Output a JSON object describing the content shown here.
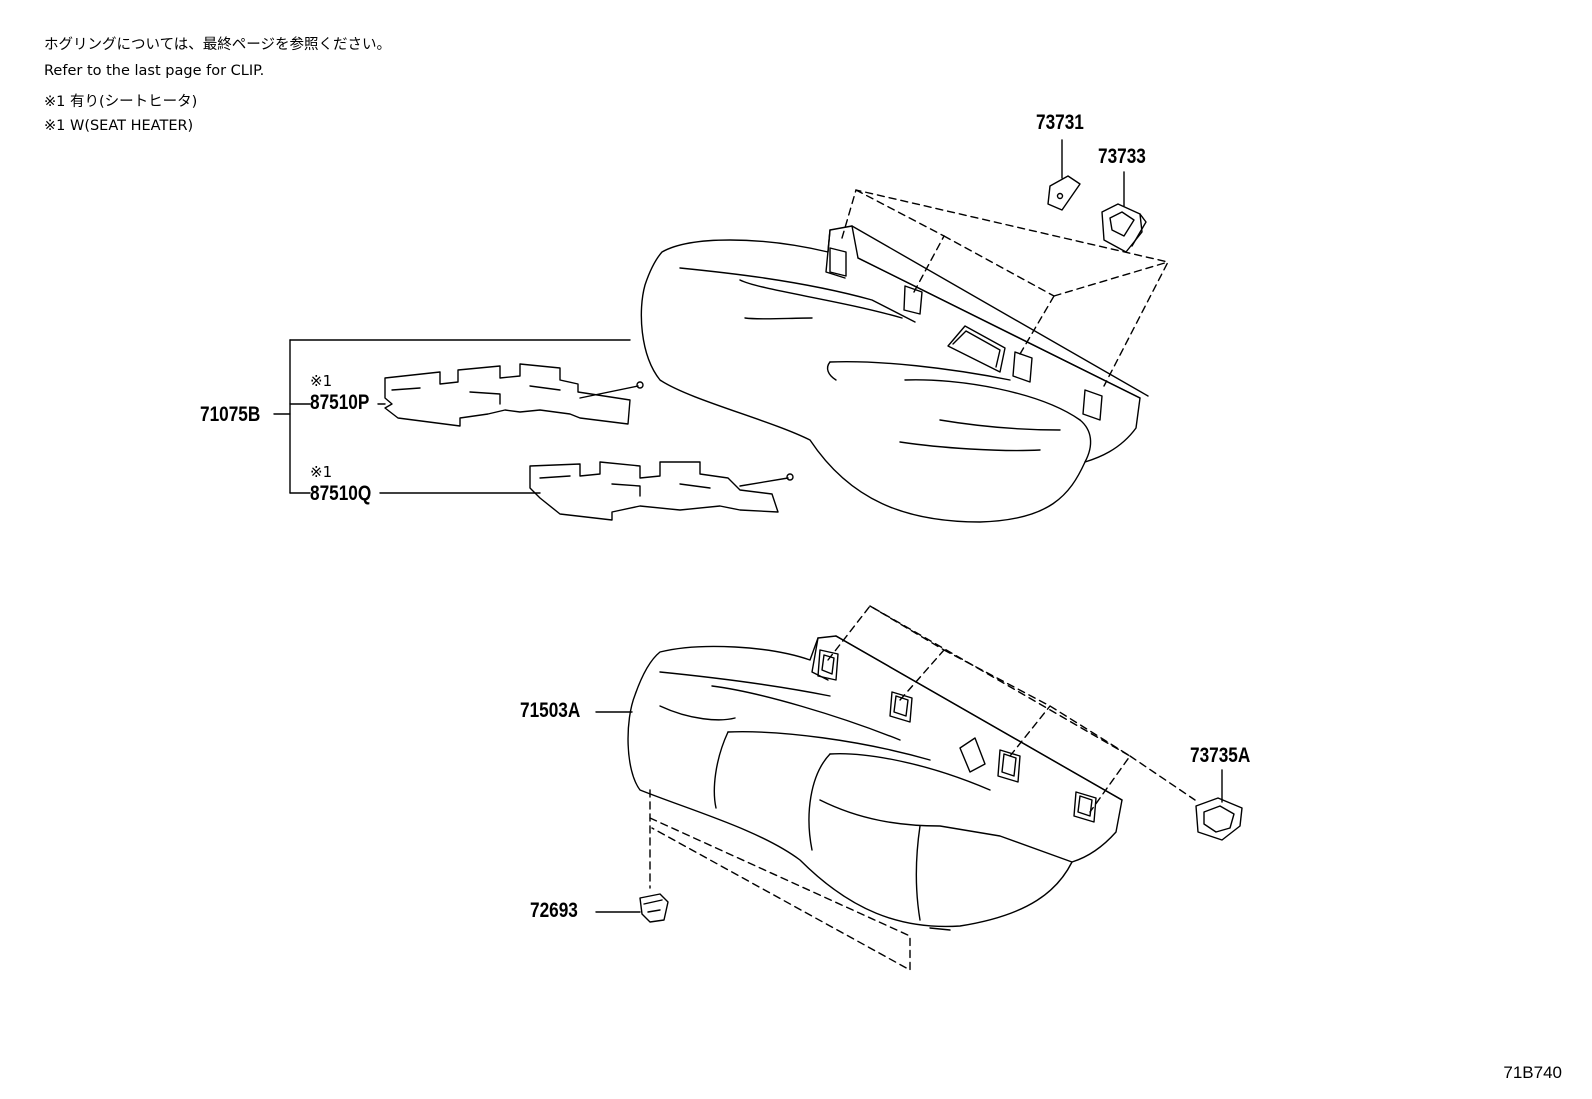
{
  "notes": {
    "clip_ja": "ホグリングについては、最終ページを参照ください。",
    "clip_en": "Refer to the last page for CLIP.",
    "heater_ja": "※1 有り(シートヒータ)",
    "heater_en": "※1 W(SEAT HEATER)"
  },
  "parts": {
    "p71075B": "71075B",
    "p87510P": "87510P",
    "p87510Q": "87510Q",
    "p73731": "73731",
    "p73733": "73733",
    "p71503A": "71503A",
    "p73735A": "73735A",
    "p72693": "72693"
  },
  "markers": {
    "heater_mark_p": "※1",
    "heater_mark_q": "※1"
  },
  "drawing_code": "71B740"
}
